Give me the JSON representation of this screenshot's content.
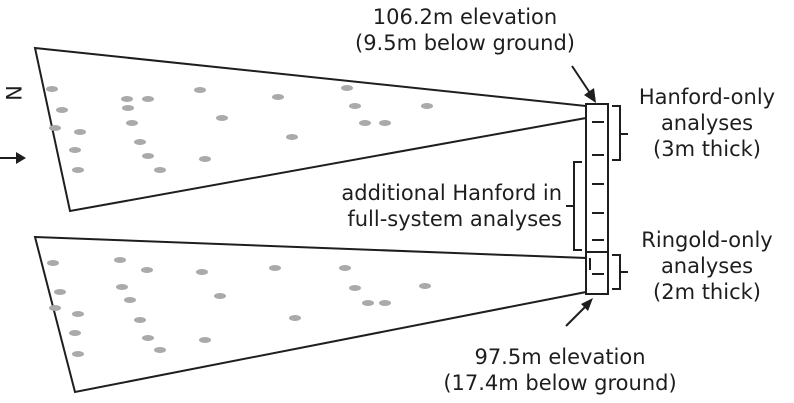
{
  "compass": {
    "letter": "N"
  },
  "labels": {
    "top_elevation": [
      "106.2m elevation",
      "(9.5m below ground)"
    ],
    "hanford_only": [
      "Hanford-only",
      "analyses",
      "(3m thick)"
    ],
    "additional_hanford": [
      "additional Hanford in",
      "full-system analyses"
    ],
    "ringold_only": [
      "Ringold-only",
      "analyses",
      "(2m thick)"
    ],
    "bottom_elevation": [
      "97.5m elevation",
      "(17.4m below ground)"
    ]
  },
  "colors": {
    "line": "#1e1e1e",
    "point": "#aaaaaa",
    "text": "#1e1e1e"
  }
}
